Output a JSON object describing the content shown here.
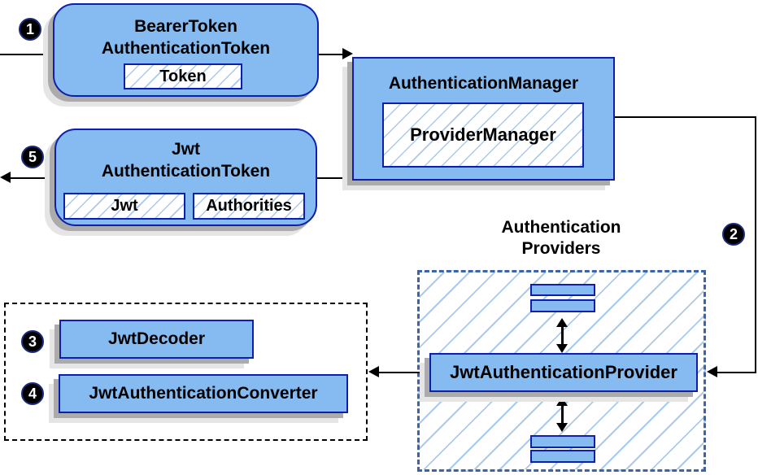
{
  "diagram": {
    "nodes": {
      "bearer_token": {
        "line1": "BearerToken",
        "line2": "AuthenticationToken",
        "field_token": "Token"
      },
      "authentication_manager": {
        "title": "AuthenticationManager",
        "provider_manager": "ProviderManager"
      },
      "jwt_authentication_token": {
        "line1": "Jwt",
        "line2": "AuthenticationToken",
        "field_jwt": "Jwt",
        "field_authorities": "Authorities"
      },
      "authentication_providers": {
        "line1": "Authentication",
        "line2": "Providers"
      },
      "jwt_authentication_provider": {
        "title": "JwtAuthenticationProvider"
      },
      "jwt_decoder": {
        "title": "JwtDecoder"
      },
      "jwt_authentication_converter": {
        "title": "JwtAuthenticationConverter"
      }
    },
    "step_badges": {
      "step1": "1",
      "step2": "2",
      "step3": "3",
      "step4": "4",
      "step5": "5"
    },
    "colors": {
      "node_fill": "#85bbf0",
      "node_border": "#0c1fad",
      "hatch_line": "#a9c9ed",
      "providers_dashed_border": "#3c64a8",
      "black_dashed_border": "#000000",
      "shadow": "#ababab",
      "arrow": "#000000",
      "badge_bg": "#000000",
      "badge_text": "#ffffff"
    }
  }
}
